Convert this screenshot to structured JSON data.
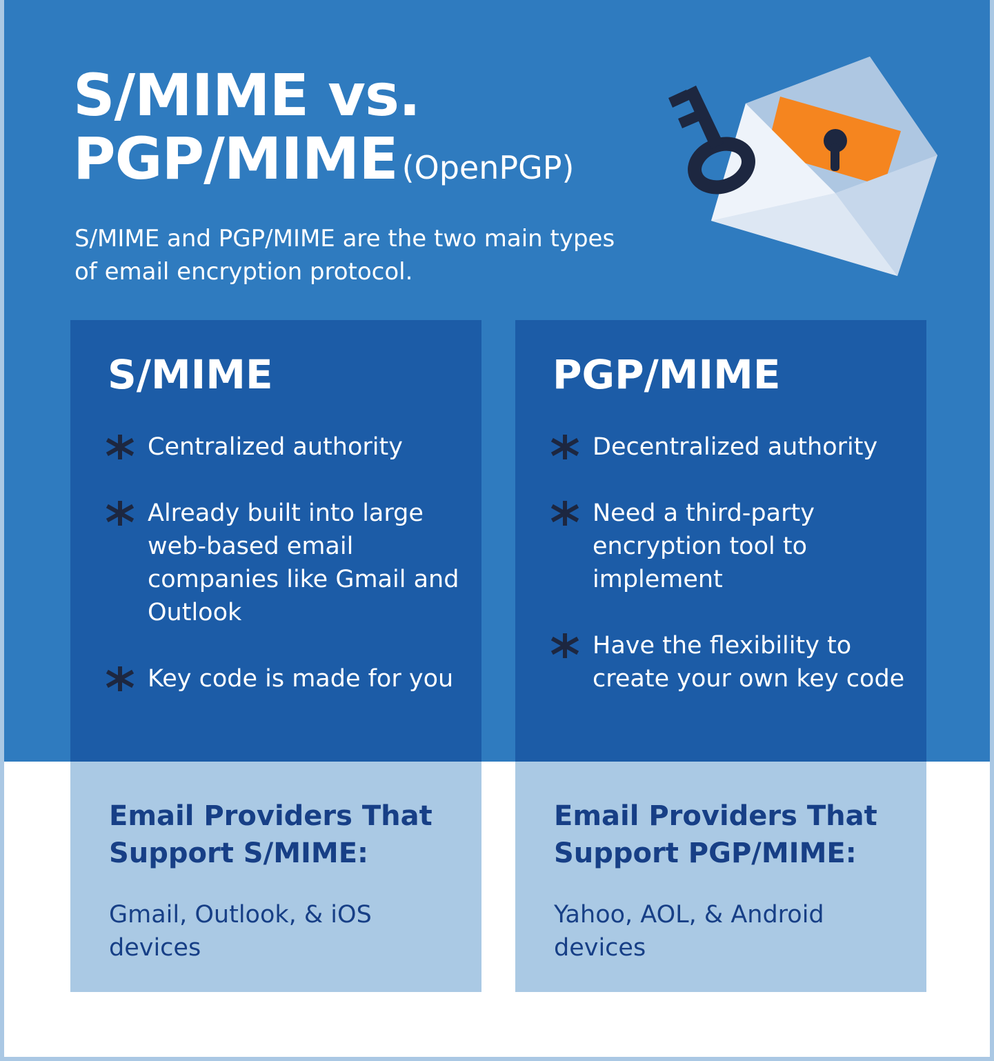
{
  "header": {
    "title_line1": "S/MIME vs.",
    "title_line2": "PGP/MIME",
    "title_sub": "(OpenPGP)",
    "intro": "S/MIME and PGP/MIME are the two main types of email encryption protocol."
  },
  "illustration": {
    "icons": [
      "key-icon",
      "envelope-icon",
      "padlock-icon"
    ],
    "colors": {
      "envelope": "#e4ecf6",
      "lock": "#f5851f",
      "key": "#1d2740"
    }
  },
  "smime": {
    "title": "S/MIME",
    "bullets": [
      "Centralized authority",
      "Already built into large web-based email companies like Gmail and Outlook",
      "Key code is made for you"
    ],
    "providers_title": "Email Providers That Support S/MIME:",
    "providers": "Gmail, Outlook, & iOS devices"
  },
  "pgp": {
    "title": "PGP/MIME",
    "bullets": [
      "Decentralized authority",
      "Need a third-party encryption tool to implement",
      "Have the flexibility to create your own key code"
    ],
    "providers_title": "Email Providers That Support PGP/MIME:",
    "providers": "Yahoo, AOL, & Android devices"
  },
  "colors": {
    "background_blue": "#2f7bbf",
    "card_dark": "#1c5ca7",
    "card_light": "#aac9e4",
    "bullet_asterisk": "#1d2740",
    "provider_text": "#173f86"
  }
}
